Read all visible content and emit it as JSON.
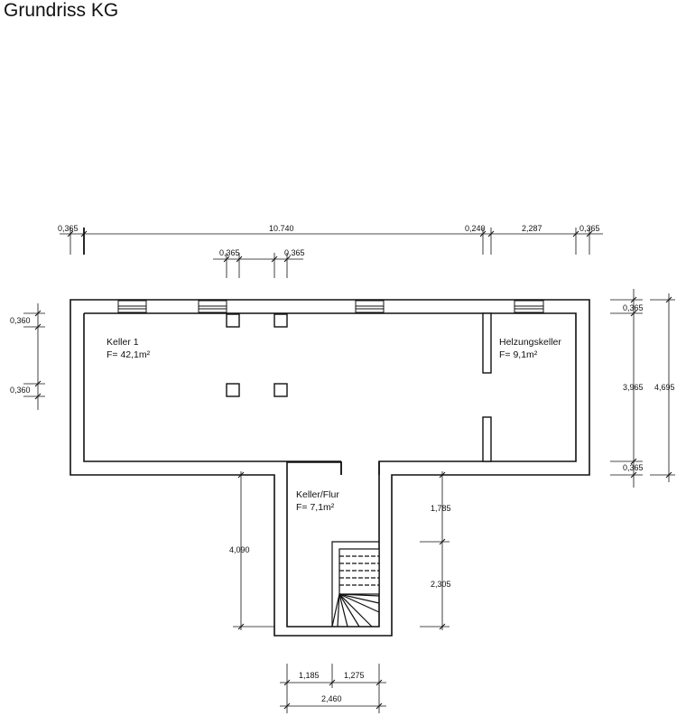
{
  "title": "Grundriss KG",
  "rooms": {
    "keller1": {
      "name": "Keller 1",
      "area": "F= 42,1m²"
    },
    "heizung": {
      "name": "Helzungskeller",
      "area": "F= 9,1m²"
    },
    "flur": {
      "name": "Keller/Flur",
      "area": "F= 7,1m²"
    }
  },
  "dimensions": {
    "top": [
      "0,365",
      "10.740",
      "0,240",
      "2,287",
      "0,365"
    ],
    "pillars": [
      "0,365",
      "0,365"
    ],
    "left": [
      "0,360",
      "0,360"
    ],
    "right_inner": [
      "0,365",
      "3,965",
      "0,365"
    ],
    "right_total": "4,695",
    "stair_left": "4,090",
    "stair_right": [
      "1,785",
      "2,305"
    ],
    "bottom": [
      "1,185",
      "1,275"
    ],
    "bottom_total": "2,460"
  }
}
